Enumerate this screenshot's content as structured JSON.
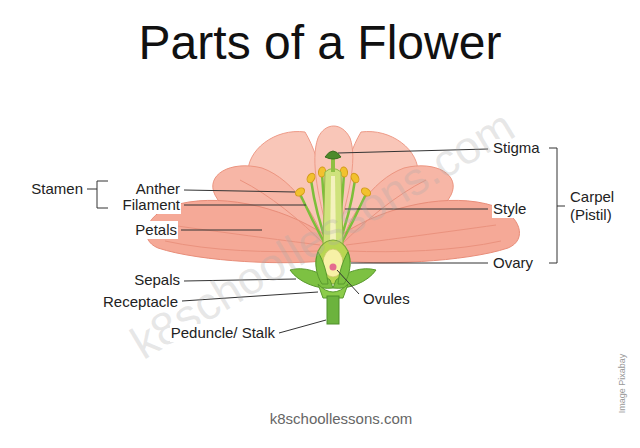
{
  "diagram": {
    "title": "Parts of a Flower",
    "labels": [
      "k8schoollessons.com",
      "Stamen",
      "Anther",
      "Filament",
      "Petals",
      "Sepals",
      "Receptacle",
      "Peduncle/ Stalk",
      "Stigma",
      "Style",
      "Carpel (Pistil)",
      "Ovary",
      "Ovules",
      "k8schoollessons.com",
      "Image Pixabay"
    ]
  }
}
